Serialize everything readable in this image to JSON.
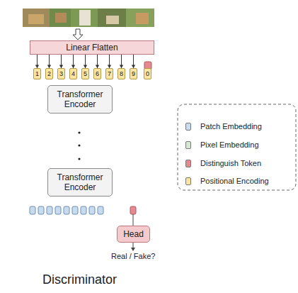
{
  "diagram": {
    "nodes": [
      {
        "text": [
          "Linear Flatten"
        ]
      },
      {
        "text": [
          "1"
        ]
      },
      {
        "text": [
          "2"
        ]
      },
      {
        "text": [
          "3"
        ]
      },
      {
        "text": [
          "4"
        ]
      },
      {
        "text": [
          "5"
        ]
      },
      {
        "text": [
          "6"
        ]
      },
      {
        "text": [
          "7"
        ]
      },
      {
        "text": [
          "8"
        ]
      },
      {
        "text": [
          "9"
        ]
      },
      {
        "text": [
          "0"
        ]
      },
      {
        "text": [
          "Transformer Encoder"
        ]
      },
      {
        "text": [
          "Transformer Encoder"
        ]
      },
      {
        "text": [
          "Head"
        ]
      }
    ],
    "edges": [
      {
        "from": 0,
        "to": 1,
        "arrow": "to"
      },
      {
        "from": 0,
        "to": 2,
        "arrow": "to"
      },
      {
        "from": 0,
        "to": 3,
        "arrow": "to"
      },
      {
        "from": 0,
        "to": 4,
        "arrow": "to"
      },
      {
        "from": 0,
        "to": 5,
        "arrow": "to"
      },
      {
        "from": 0,
        "to": 6,
        "arrow": "to"
      },
      {
        "from": 0,
        "to": 7,
        "arrow": "to"
      },
      {
        "from": 0,
        "to": 8,
        "arrow": "to"
      },
      {
        "from": 0,
        "to": 9,
        "arrow": "to"
      }
    ],
    "labels": [
      "Real / Fake?",
      "Discriminator"
    ],
    "legend": [
      {
        "text": "Patch Embedding",
        "color": "#c9dcef"
      },
      {
        "text": "Pixel Embedding",
        "color": "#d5e8d4"
      },
      {
        "text": "Distinguish Token",
        "color": "#e58a90"
      },
      {
        "text": "Positional Encoding",
        "color": "#fbe5a0"
      }
    ]
  }
}
